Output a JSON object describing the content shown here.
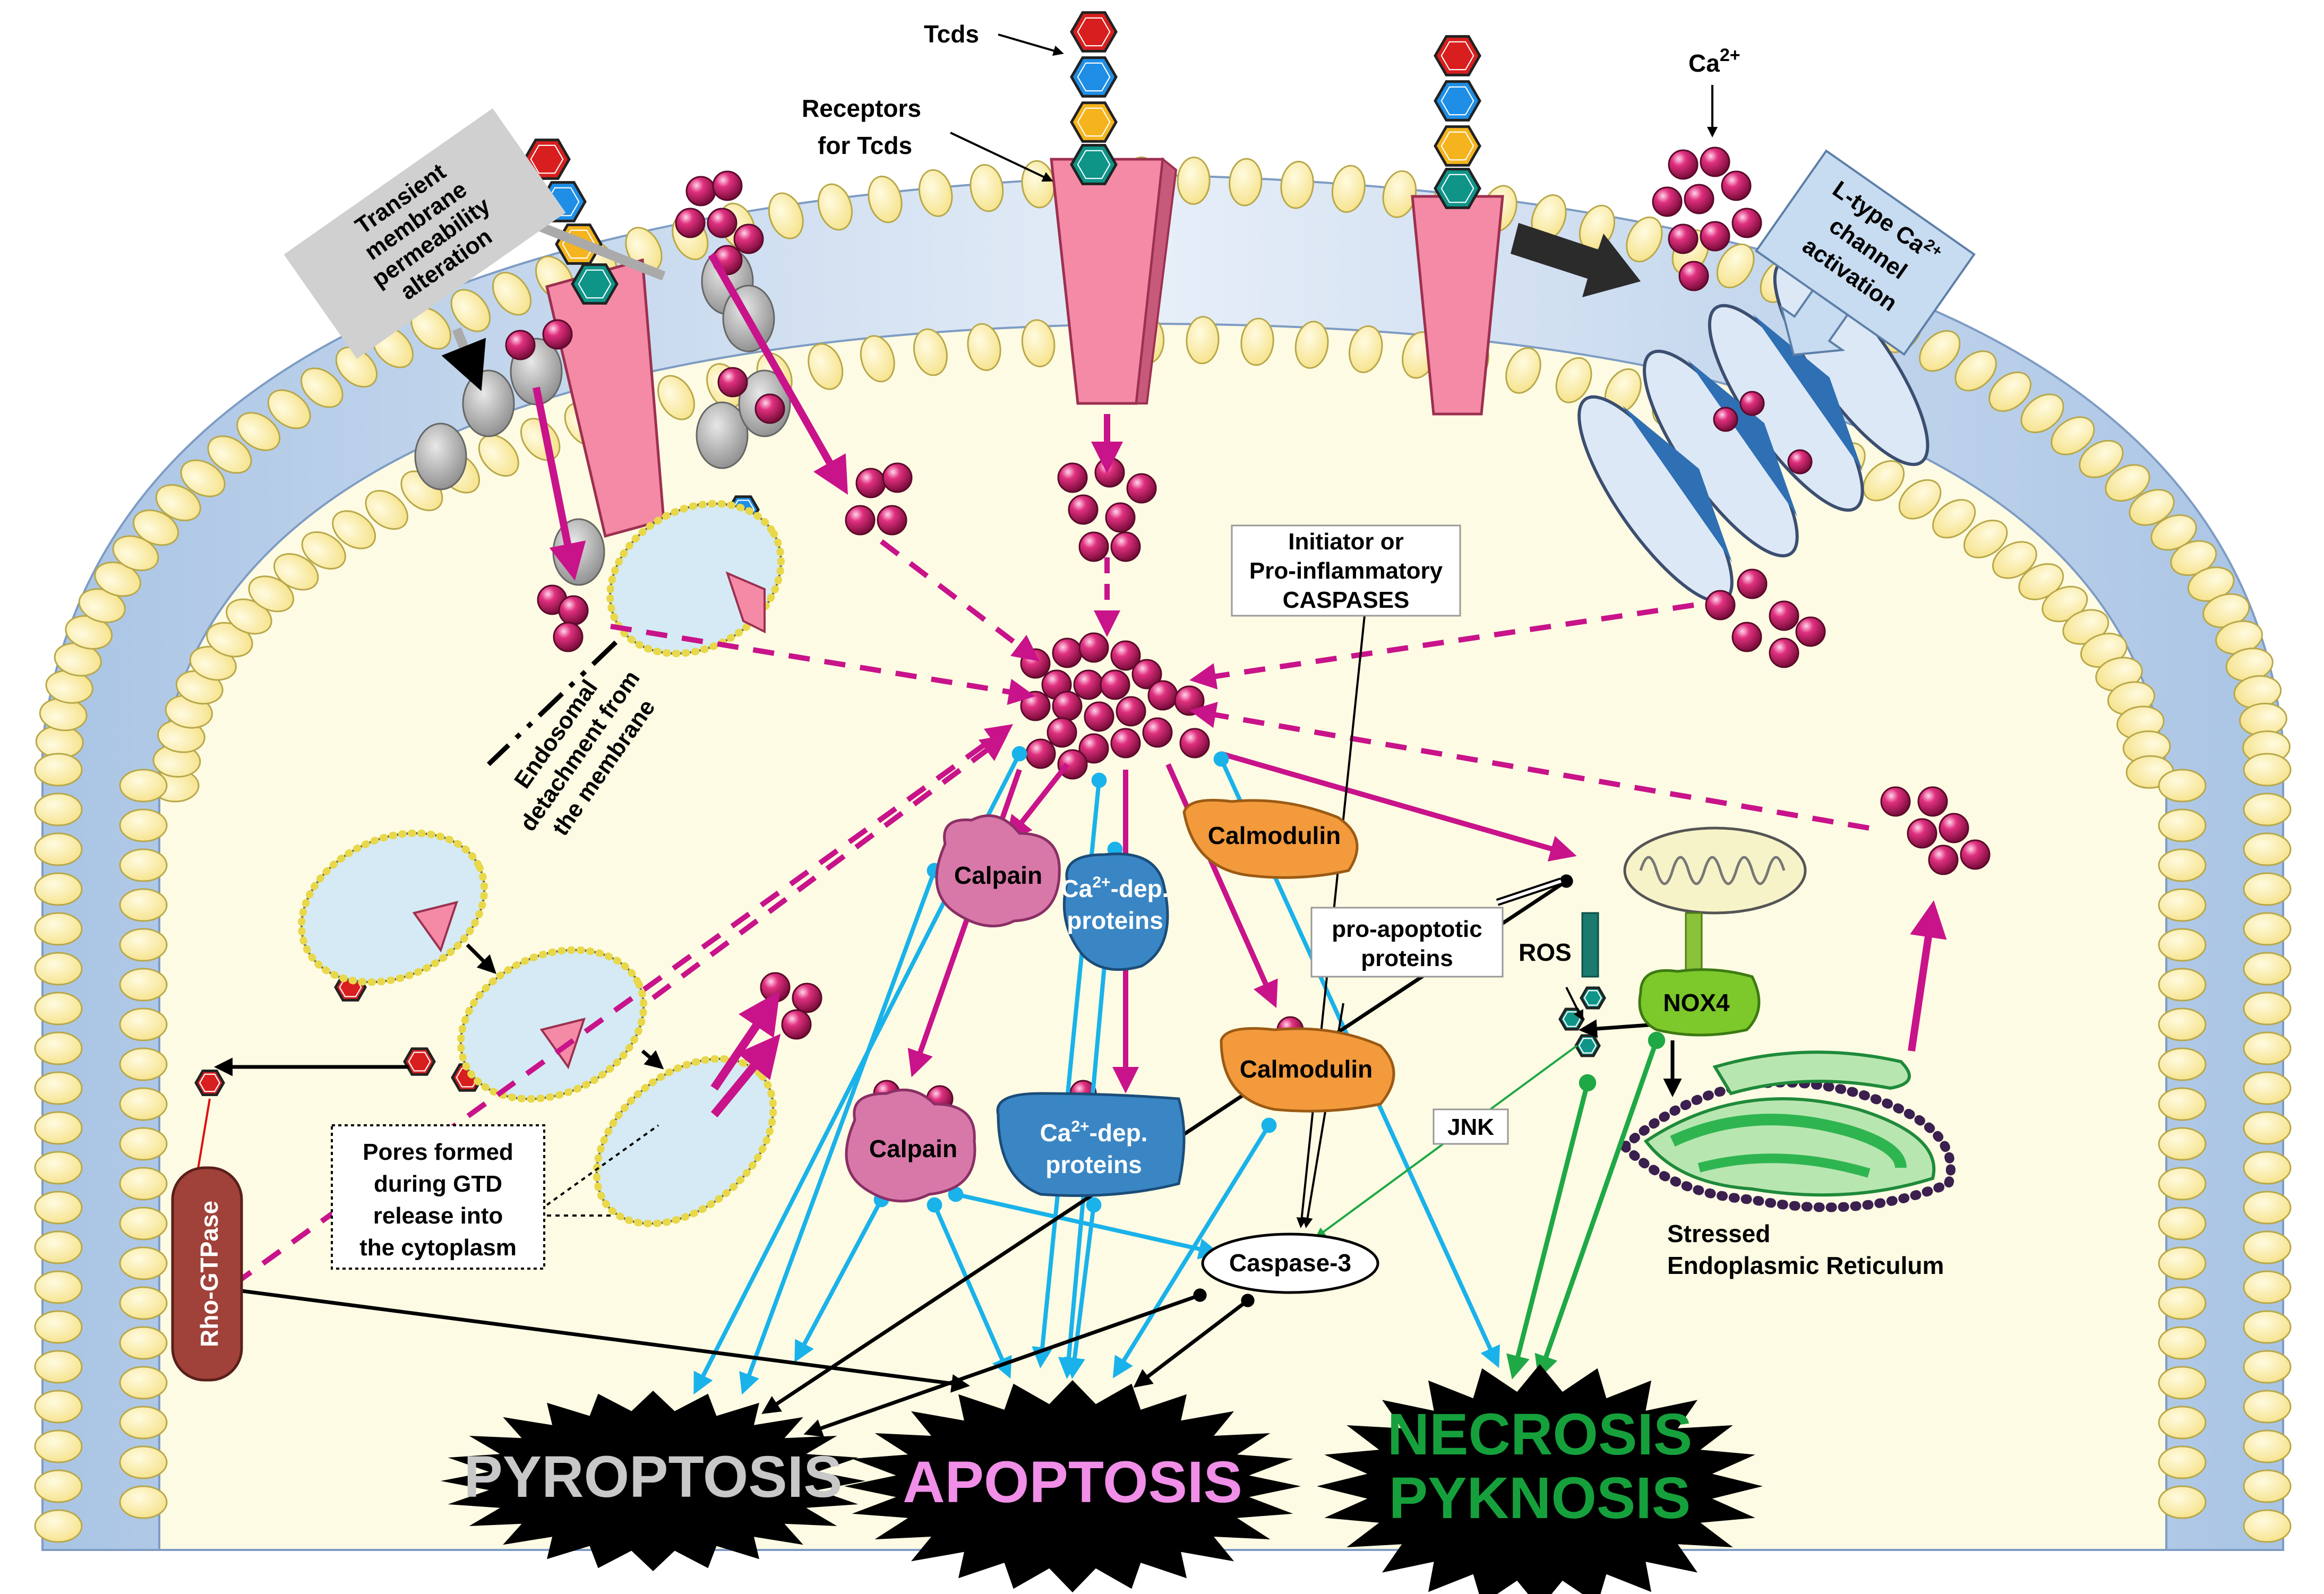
{
  "labels": {
    "tcds": "Tcds",
    "receptors_line1": "Receptors",
    "receptors_line2": "for Tcds",
    "ca_main": "Ca",
    "ca_sup": "2+",
    "transient_line1": "Transient",
    "transient_line2": "membrane",
    "transient_line3": "permeability",
    "transient_line4": "alteration",
    "ltype_line1": "L-type Ca",
    "ltype_sup": "2+",
    "ltype_line2": "channel",
    "ltype_line3": "activation",
    "endosomal_line1": "Endosomal",
    "endosomal_line2": "detachment from",
    "endosomal_line3": "the membrane",
    "initiator_line1": "Initiator or",
    "initiator_line2": "Pro-inflammatory",
    "initiator_line3": "CASPASES",
    "pro_apoptotic_line1": "pro-apoptotic",
    "pro_apoptotic_line2": "proteins",
    "ros": "ROS",
    "nox4": "NOX4",
    "jnk": "JNK",
    "stressed_er_line1": "Stressed",
    "stressed_er_line2": "Endoplasmic Reticulum",
    "pores_line1": "Pores formed",
    "pores_line2": "during GTD",
    "pores_line3": "release into",
    "pores_line4": "the cytoplasm",
    "rho_gtpase": "Rho-GTPase",
    "calpain": "Calpain",
    "ca_dep_line1_main": "Ca",
    "ca_dep_line1_sup": "2+",
    "ca_dep_line1_rest": "-dep.",
    "ca_dep_line2": "proteins",
    "calmodulin": "Calmodulin",
    "caspase3": "Caspase-3"
  },
  "outcomes": [
    {
      "id": "pyroptosis",
      "lines": [
        "PYROPTOSIS"
      ],
      "color": "#c8c8c8"
    },
    {
      "id": "apoptosis",
      "lines": [
        "APOPTOSIS"
      ],
      "color": "#f08ee8"
    },
    {
      "id": "necrosis",
      "lines": [
        "NECROSIS",
        "PYKNOSIS"
      ],
      "color": "#15a03c"
    }
  ],
  "colors": {
    "membrane_head": "#fbf0b0",
    "membrane_head_stroke": "#b8a84a",
    "cytoplasm": "#fdfbe3",
    "calcium": "#c2185b",
    "magenta_arrow": "#c8138a",
    "blue_arrow": "#1ab2ea",
    "green_arrow": "#1fa846",
    "receptor": "#f48aa6",
    "calpain": "#d878a8",
    "ca_dep": "#3a86c4",
    "calmodulin": "#f29a3c",
    "tcd_red": "#d81e1e",
    "tcd_blue": "#1e8ee6",
    "tcd_yellow": "#f5b41e",
    "tcd_teal": "#0f9488",
    "er_green": "#2fb550",
    "outcome_burst": "#000000"
  }
}
